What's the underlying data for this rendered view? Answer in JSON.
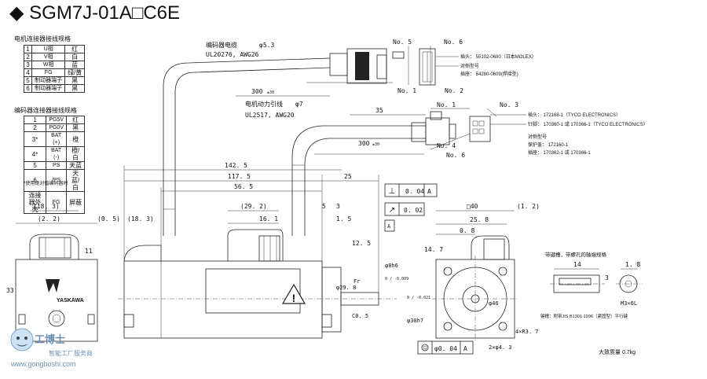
{
  "title": "SGM7J-01A□C6E",
  "motor_table": {
    "heading": "电机连接器接线规格",
    "rows": [
      [
        "1",
        "U相",
        "红"
      ],
      [
        "2",
        "V相",
        "白"
      ],
      [
        "3",
        "W相",
        "蓝"
      ],
      [
        "4",
        "FG",
        "绿/黄"
      ],
      [
        "5",
        "制动器端子",
        "黑"
      ],
      [
        "6",
        "制动器端子",
        "黑"
      ]
    ]
  },
  "encoder_table": {
    "heading": "编码器连接器接线规格",
    "rows": [
      [
        "1",
        "PG5V",
        "红"
      ],
      [
        "2",
        "PG0V",
        "黑"
      ],
      [
        "3*",
        "BAT (+)",
        "橙"
      ],
      [
        "4*",
        "BAT (-)",
        "橙/白"
      ],
      [
        "5",
        "PS",
        "天蓝"
      ],
      [
        "6",
        "/PS",
        "天蓝/白"
      ],
      [
        "连接器外壳",
        "FG",
        "屏蔽"
      ]
    ],
    "note": "*使用绝对值编码器时"
  },
  "encoder_cable": {
    "label": "编码器电缆",
    "diameter": "φ5.3",
    "spec": "UL20276, AWG26",
    "length": "300",
    "length_tol": "±30"
  },
  "power_cable": {
    "label": "电机动力引线",
    "diameter": "φ7",
    "spec": "UL2517, AWG20",
    "length": "300",
    "length_tol": "±30",
    "dim35": "35"
  },
  "encoder_connector": {
    "no5": "No. 5",
    "no6": "No. 6",
    "no1": "No. 1",
    "no2": "No. 2",
    "plug": "插头：  55102-0600（日本MOLEX）",
    "mating": "对侧型号",
    "socket": "插座：  54280-0609(焊接型)"
  },
  "power_connector": {
    "no1": "No. 1",
    "no3": "No. 3",
    "no4": "No. 4",
    "no6": "No. 6",
    "plug": "插头：  172168-1（TYCO ELECTRONICS）",
    "pin": "针脚：  170360-1 或 170366-1（TYCO ELECTRONICS）",
    "mating": "对侧型号",
    "cover": "保护盖：  172160-1",
    "socket": "插座：  170362-1 或 170366-1"
  },
  "dims": {
    "d142": "142. 5",
    "d117": "117. 5",
    "d25": "25",
    "d56": "56. 5",
    "d29": "(29. 2)",
    "d16": "16. 1",
    "d5": "5",
    "d3": "3",
    "d15": "1. 5",
    "d125": "12. 5",
    "d183a": "(18. 3)",
    "d22": "(2. 2)",
    "d05": "(0. 5)",
    "d183b": "(18. 3)",
    "d33": "33",
    "d11": "11",
    "d298": "φ29. 8",
    "d30h7": "φ30h7",
    "d30tol": "0 / -0.021",
    "d8h6": "φ8h6",
    "d8tol": "0 / -0.009",
    "dc05": "C0. 5",
    "dfr": "Fr",
    "d40": "□40",
    "d12": "(1. 2)",
    "d258": "25. 8",
    "d08": "0. 8",
    "d147": "14. 7",
    "d46": "φ46",
    "d4r": "4×R3. 7",
    "d2x": "2×φ4. 3",
    "d14": "14",
    "d18": "1. 8",
    "d3b": "3",
    "m3": "M3×6L"
  },
  "tolerances": {
    "perp": "0. 04",
    "perp_ref": "A",
    "runout": "0. 02",
    "concentric": "φ0. 04",
    "conc_ref": "A",
    "datum": "A"
  },
  "keyway": {
    "heading": "带键槽，带螺孔的轴端规格",
    "note": "键槽：附带JIS B1301-1996（紧固型）平行键"
  },
  "mass": "大致质量 0.7kg",
  "brand": "YASKAWA",
  "watermark": {
    "name": "工博士",
    "slogan": "智能工厂服务商",
    "url": "www.gongboshi.com"
  },
  "icons": [
    "diamond-bullet-icon",
    "warning-triangle-icon",
    "robot-mascot-icon"
  ]
}
